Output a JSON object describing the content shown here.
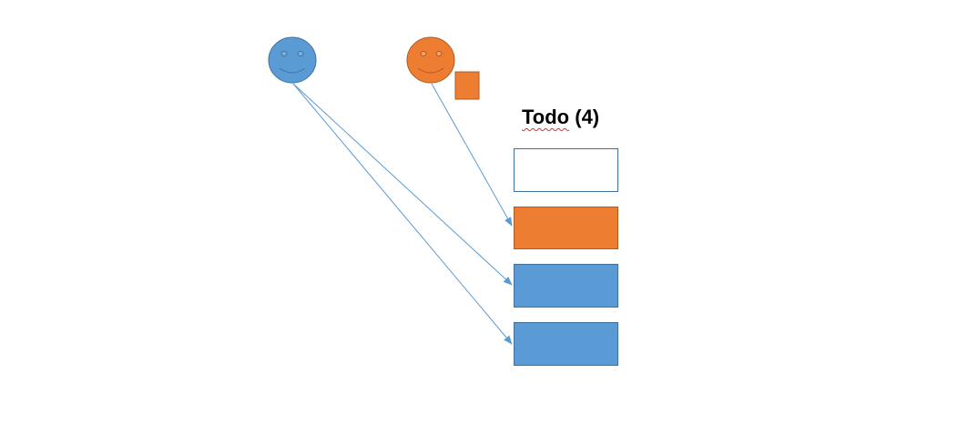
{
  "todo_column": {
    "title_word": "Todo",
    "title_count": "(4)",
    "cards": [
      {
        "fill": "#ffffff",
        "border": "#41719c",
        "label": "empty-card"
      },
      {
        "fill": "#ed7d31",
        "border": "#ae5a21",
        "label": "orange-card"
      },
      {
        "fill": "#5b9bd5",
        "border": "#41719c",
        "label": "blue-card"
      },
      {
        "fill": "#5b9bd5",
        "border": "#41719c",
        "label": "blue-card"
      }
    ]
  },
  "actors": [
    {
      "color": "#5b9bd5",
      "stroke": "#41719c",
      "name": "blue-smiley"
    },
    {
      "color": "#ed7d31",
      "stroke": "#ae5a21",
      "name": "orange-smiley",
      "holding_card": "#ed7d31"
    }
  ],
  "connections": [
    {
      "from": "blue-smiley",
      "to_card": 2
    },
    {
      "from": "blue-smiley",
      "to_card": 3
    },
    {
      "from": "orange-smiley",
      "to_card": 1
    }
  ],
  "colors": {
    "arrow": "#5b9bd5",
    "spellcheck": "#e03030"
  }
}
